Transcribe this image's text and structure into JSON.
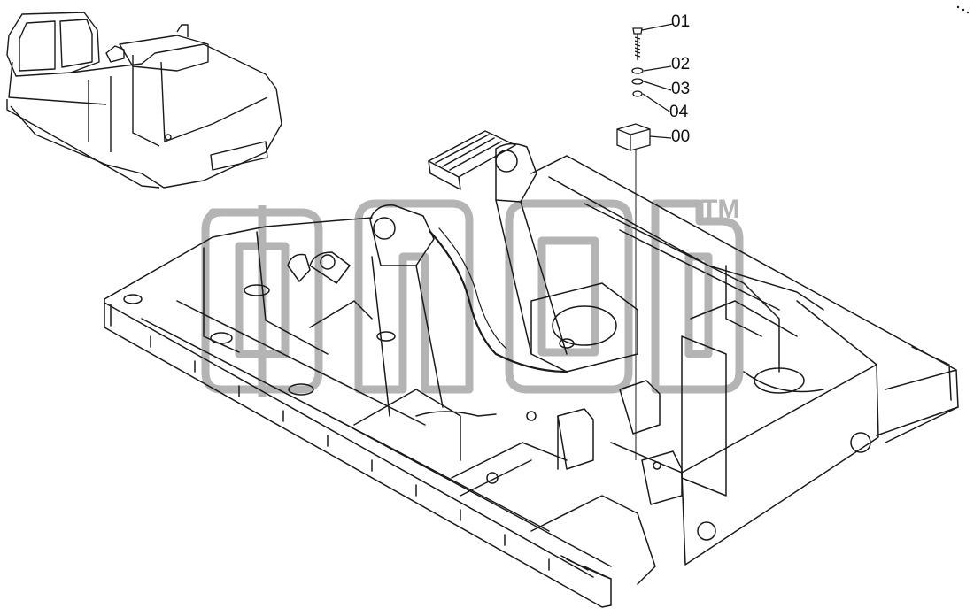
{
  "diagram": {
    "type": "exploded-parts-diagram",
    "callouts": [
      {
        "id": "callout-01",
        "label": "01"
      },
      {
        "id": "callout-02",
        "label": "02"
      },
      {
        "id": "callout-03",
        "label": "03"
      },
      {
        "id": "callout-04",
        "label": "04"
      },
      {
        "id": "callout-00",
        "label": "00"
      }
    ]
  },
  "watermark": {
    "mark": "TM",
    "color": "#b4b4b4"
  },
  "colors": {
    "line": "#1a1a1a",
    "background": "#ffffff"
  }
}
